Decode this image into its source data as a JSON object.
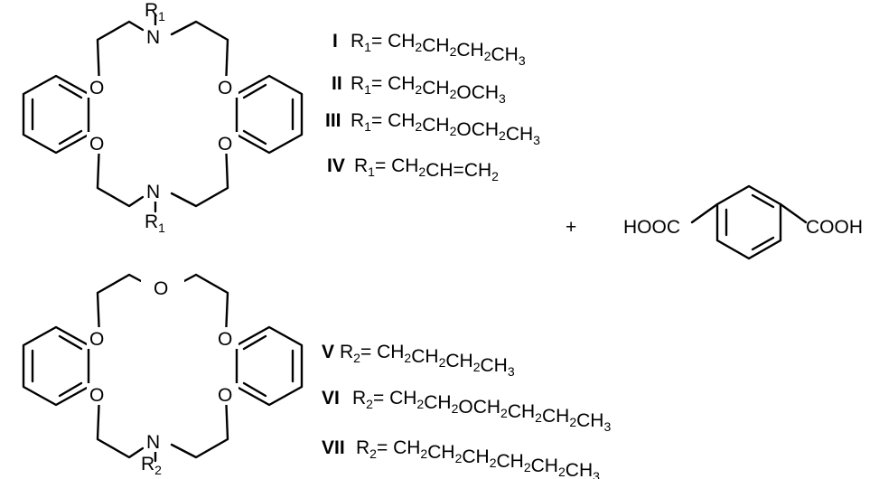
{
  "atoms": {
    "n": "N",
    "o": "O",
    "r1": "R",
    "r1_sub": "1",
    "r2": "R",
    "r2_sub": "2"
  },
  "compounds_r1": [
    {
      "numeral": "I",
      "r": "R",
      "rsub": "1",
      "eq": "= ",
      "parts": [
        [
          "CH",
          "2"
        ],
        [
          "CH",
          "2"
        ],
        [
          "CH",
          "2"
        ],
        [
          "CH",
          "3"
        ]
      ]
    },
    {
      "numeral": "II",
      "r": "R",
      "rsub": "1",
      "eq": "= ",
      "parts": [
        [
          "CH",
          "2"
        ],
        [
          "CH",
          "2"
        ],
        [
          "OCH",
          "3"
        ]
      ]
    },
    {
      "numeral": "III",
      "r": "R",
      "rsub": "1",
      "eq": "= ",
      "parts": [
        [
          "CH",
          "2"
        ],
        [
          "CH",
          "2"
        ],
        [
          "OCH",
          "2"
        ],
        [
          "CH",
          "3"
        ]
      ]
    },
    {
      "numeral": "IV",
      "r": "R",
      "rsub": "1",
      "eq": "= ",
      "parts": [
        [
          "CH",
          "2"
        ],
        [
          "CH=CH",
          "2"
        ]
      ]
    }
  ],
  "compounds_r2": [
    {
      "numeral": "V",
      "r": "R",
      "rsub": "2",
      "eq": "= ",
      "parts": [
        [
          "CH",
          "2"
        ],
        [
          "CH",
          "2"
        ],
        [
          "CH",
          "2"
        ],
        [
          "CH",
          "3"
        ]
      ]
    },
    {
      "numeral": "VI",
      "r": "R",
      "rsub": "2",
      "eq": "= ",
      "parts": [
        [
          "CH",
          "2"
        ],
        [
          "CH",
          "2"
        ],
        [
          "OCH",
          "2"
        ],
        [
          "CH",
          "2"
        ],
        [
          "CH",
          "2"
        ],
        [
          "CH",
          "3"
        ]
      ]
    },
    {
      "numeral": "VII",
      "r": "R",
      "rsub": "2",
      "eq": "= ",
      "parts": [
        [
          "CH",
          "2"
        ],
        [
          "CH",
          "2"
        ],
        [
          "CH",
          "2"
        ],
        [
          "CH",
          "2"
        ],
        [
          "CH",
          "2"
        ],
        [
          "CH",
          "3"
        ]
      ]
    }
  ],
  "reaction": {
    "plus": "+",
    "acid_left": "HOOC",
    "acid_right": "COOH"
  }
}
